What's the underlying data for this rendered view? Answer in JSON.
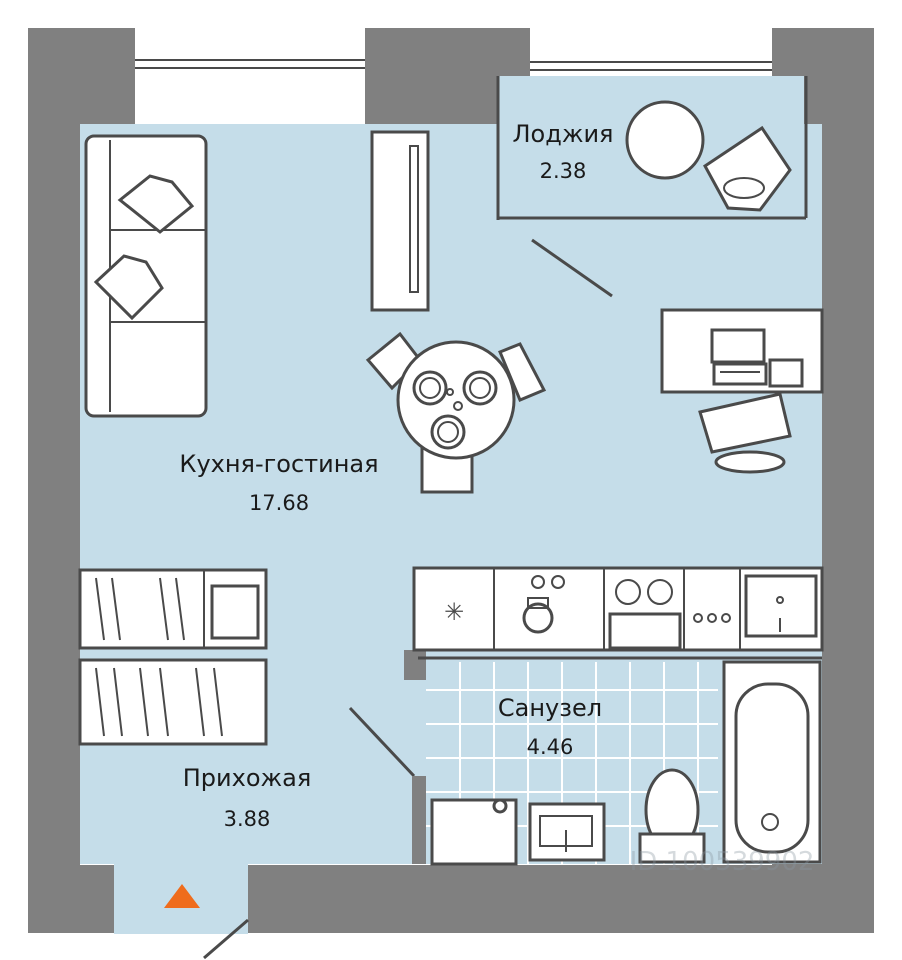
{
  "rooms": {
    "living": {
      "label": "Кухня-гостиная",
      "area": "17.68"
    },
    "loggia": {
      "label": "Лоджия",
      "area": "2.38"
    },
    "bathroom": {
      "label": "Санузел",
      "area": "4.46"
    },
    "hallway": {
      "label": "Прихожая",
      "area": "3.88"
    }
  },
  "watermark": "ID 100539902",
  "colors": {
    "wall": "#808080",
    "floor": "#c5dde9",
    "tile_grid": "#ffffff",
    "line": "#4a4a4a",
    "entrance_marker": "#ef6c1c"
  }
}
